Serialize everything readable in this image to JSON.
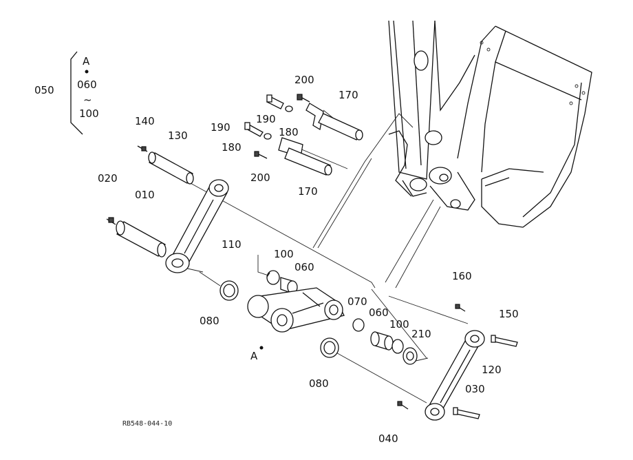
{
  "callouts": {
    "p050": "050",
    "range_a": "A",
    "range_start": "060",
    "range_tilde": "~",
    "range_end": "100",
    "p140": "140",
    "p130": "130",
    "p020": "020",
    "p010": "010",
    "p110": "110",
    "p190a": "190",
    "p190b": "190",
    "p180a": "180",
    "p180b": "180",
    "p200a": "200",
    "p200b": "200",
    "p170a": "170",
    "p170b": "170",
    "p100a": "100",
    "p060a": "060",
    "p070": "070",
    "p060b": "060",
    "p100b": "100",
    "p210": "210",
    "p080a": "080",
    "p080b": "080",
    "pA": "A",
    "p160": "160",
    "p150": "150",
    "p120": "120",
    "p030": "030",
    "p040": "040"
  },
  "drawing_code": "RB548-044-10"
}
